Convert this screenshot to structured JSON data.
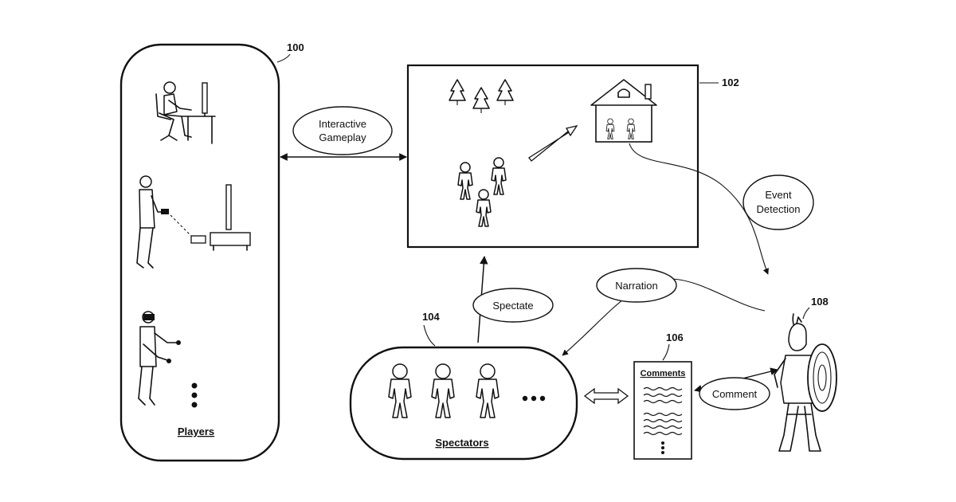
{
  "refs": {
    "players": "100",
    "game": "102",
    "spectators": "104",
    "comments": "106",
    "narrator": "108"
  },
  "labels": {
    "players_title": "Players",
    "spectators_title": "Spectators",
    "comments_title": "Comments",
    "interactive_line1": "Interactive",
    "interactive_line2": "Gameplay",
    "event_line1": "Event",
    "event_line2": "Detection",
    "narration": "Narration",
    "spectate": "Spectate",
    "comment": "Comment"
  }
}
